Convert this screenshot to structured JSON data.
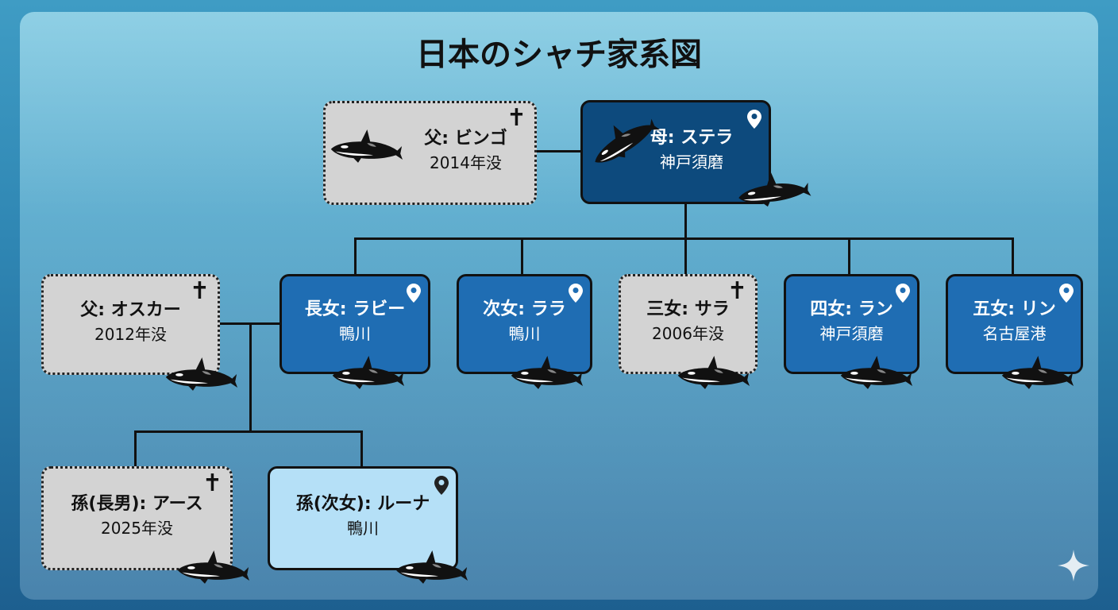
{
  "title": "日本のシャチ家系図",
  "colors": {
    "deceased": "#d3d3d3",
    "living": "#1f6db3",
    "mother": "#0d4a7d",
    "grandchild_living": "#b5e0f7"
  },
  "nodes": {
    "bingo": {
      "name": "父: ビンゴ",
      "sub": "2014年没",
      "status": "deceased",
      "icon": "cross-icon"
    },
    "stella": {
      "name": "母: ステラ",
      "sub": "神戸須磨",
      "status": "living",
      "icon": "location-pin-icon"
    },
    "oscar": {
      "name": "父: オスカー",
      "sub": "2012年没",
      "status": "deceased",
      "icon": "cross-icon"
    },
    "rabi": {
      "name": "長女: ラビー",
      "sub": "鴨川",
      "status": "living",
      "icon": "location-pin-icon"
    },
    "lara": {
      "name": "次女: ララ",
      "sub": "鴨川",
      "status": "living",
      "icon": "location-pin-icon"
    },
    "sara": {
      "name": "三女: サラ",
      "sub": "2006年没",
      "status": "deceased",
      "icon": "cross-icon"
    },
    "ran": {
      "name": "四女: ラン",
      "sub": "神戸須磨",
      "status": "living",
      "icon": "location-pin-icon"
    },
    "rin": {
      "name": "五女: リン",
      "sub": "名古屋港",
      "status": "living",
      "icon": "location-pin-icon"
    },
    "earth": {
      "name": "孫(長男): アース",
      "sub": "2025年没",
      "status": "deceased",
      "icon": "cross-icon"
    },
    "luna": {
      "name": "孫(次女): ルーナ",
      "sub": "鴨川",
      "status": "living",
      "icon": "location-pin-icon"
    }
  },
  "cross_glyph": "✝"
}
